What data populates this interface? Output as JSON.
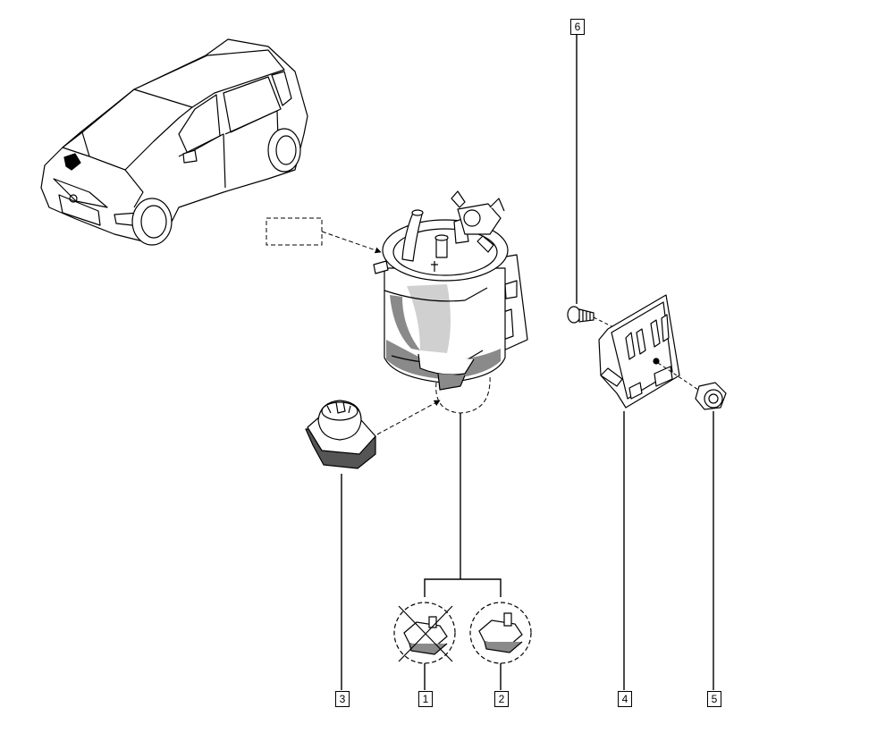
{
  "callouts": [
    {
      "id": "1",
      "text": "1"
    },
    {
      "id": "2",
      "text": "2"
    },
    {
      "id": "3",
      "text": "3"
    },
    {
      "id": "4",
      "text": "4"
    },
    {
      "id": "5",
      "text": "5"
    },
    {
      "id": "6",
      "text": "6"
    }
  ],
  "reference_box": {
    "text": ""
  },
  "parts": {
    "part_1": {
      "status": "superseded"
    },
    "part_2": {
      "status": "current"
    }
  },
  "colors": {
    "line": "#000000",
    "shade": "#8a8a8a",
    "light_shade": "#d0d0d0"
  }
}
